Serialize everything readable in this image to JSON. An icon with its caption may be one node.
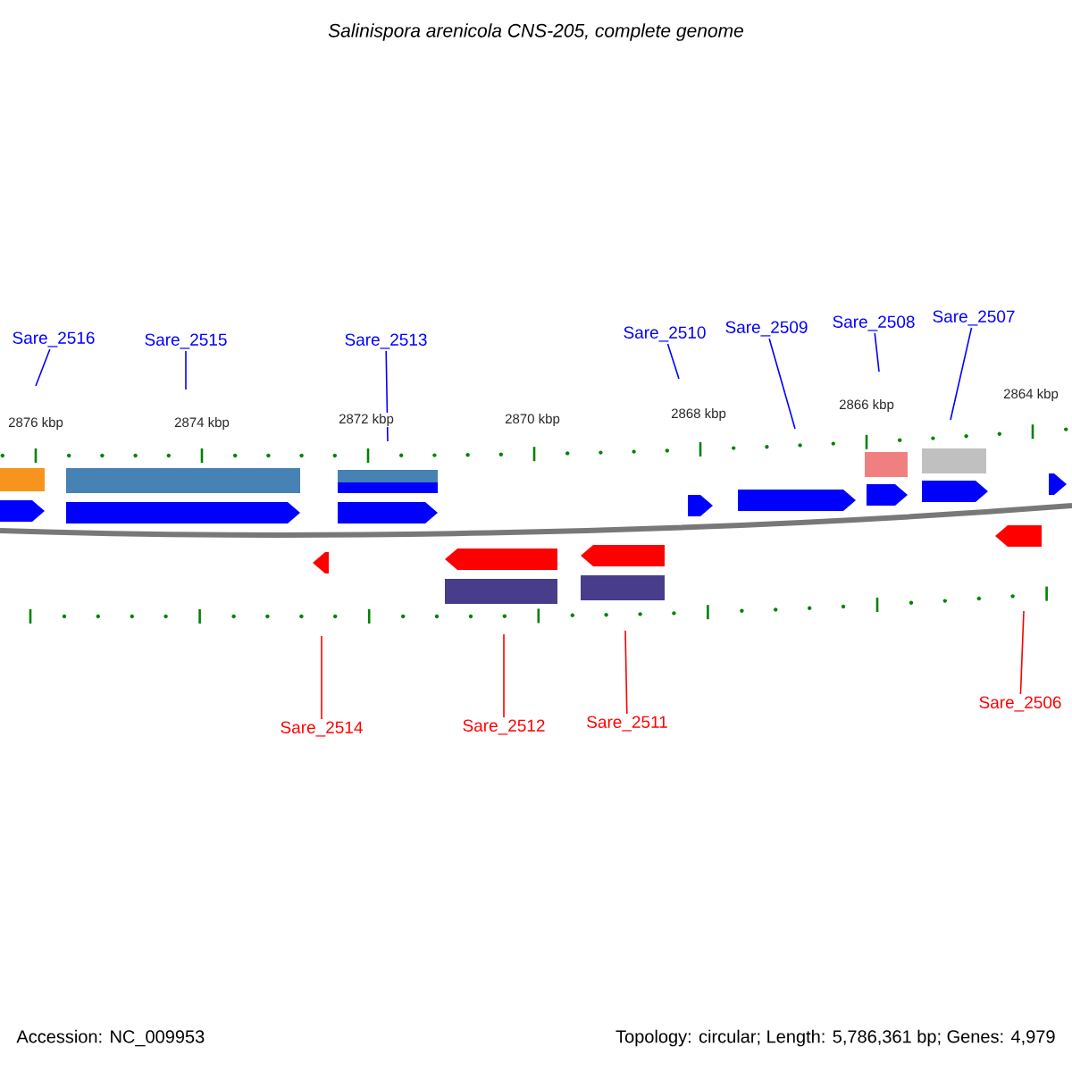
{
  "diagram": {
    "title": "Salinispora arenicola CNS-205, complete genome",
    "nodes": [
      {
        "text": [
          "Sare_2516"
        ]
      },
      {
        "text": [
          "Sare_2515"
        ]
      },
      {
        "text": [
          "Sare_2513"
        ]
      },
      {
        "text": [
          "Sare_2510"
        ]
      },
      {
        "text": [
          "Sare_2509"
        ]
      },
      {
        "text": [
          "Sare_2508"
        ]
      },
      {
        "text": [
          "Sare_2507"
        ]
      },
      {
        "text": [
          "Sare_2514"
        ]
      },
      {
        "text": [
          "Sare_2512"
        ]
      },
      {
        "text": [
          "Sare_2511"
        ]
      },
      {
        "text": [
          "Sare_2506"
        ]
      }
    ],
    "edges": [
      {
        "from": 0,
        "to": null,
        "arrow": "none"
      },
      {
        "from": 1,
        "to": null,
        "arrow": "none"
      },
      {
        "from": 2,
        "to": null,
        "arrow": "none"
      },
      {
        "from": 3,
        "to": null,
        "arrow": "none"
      },
      {
        "from": 4,
        "to": null,
        "arrow": "none"
      },
      {
        "from": 5,
        "to": null,
        "arrow": "none"
      },
      {
        "from": 6,
        "to": null,
        "arrow": "none"
      },
      {
        "from": 7,
        "to": null,
        "arrow": "none",
        "color": "#ff0000"
      },
      {
        "from": 8,
        "to": null,
        "arrow": "none",
        "color": "#ff0000"
      },
      {
        "from": 9,
        "to": null,
        "arrow": "none",
        "color": "#ff0000"
      },
      {
        "from": 10,
        "to": null,
        "arrow": "none",
        "color": "#ff0000"
      }
    ],
    "labels": [
      "2876 kbp",
      "2874 kbp",
      "2872 kbp",
      "2870 kbp",
      "2868 kbp",
      "2866 kbp",
      "2864 kbp",
      "Accession: NC_009953",
      "Topology: circular; Length: 5,786,361 bp; Genes: 4,979"
    ]
  }
}
